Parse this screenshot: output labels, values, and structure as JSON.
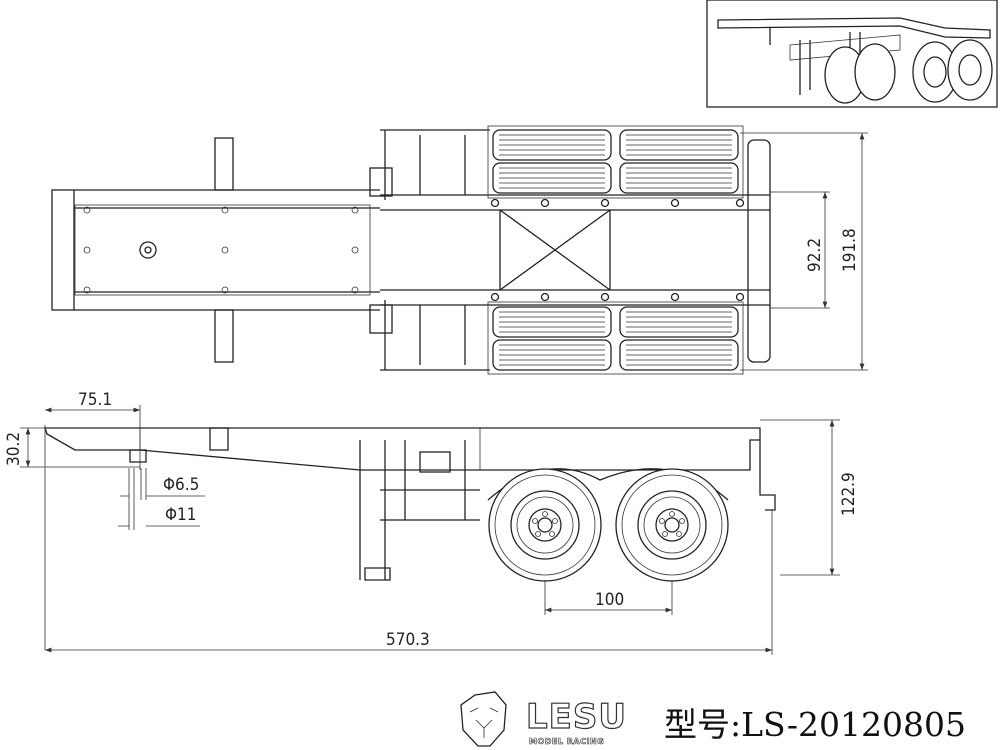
{
  "dimensions": {
    "gooseneck_length": "75.1",
    "gooseneck_height": "30.2",
    "kingpin_small_dia": "Φ6.5",
    "kingpin_large_dia": "Φ11",
    "axle_spacing": "100",
    "overall_length": "570.3",
    "overall_height": "122.9",
    "inner_frame_width": "92.2",
    "overall_width": "191.8"
  },
  "footer": {
    "brand": "LESU",
    "brand_sub": "MODEL RACING",
    "model_number": "型号:LS-20120805"
  }
}
